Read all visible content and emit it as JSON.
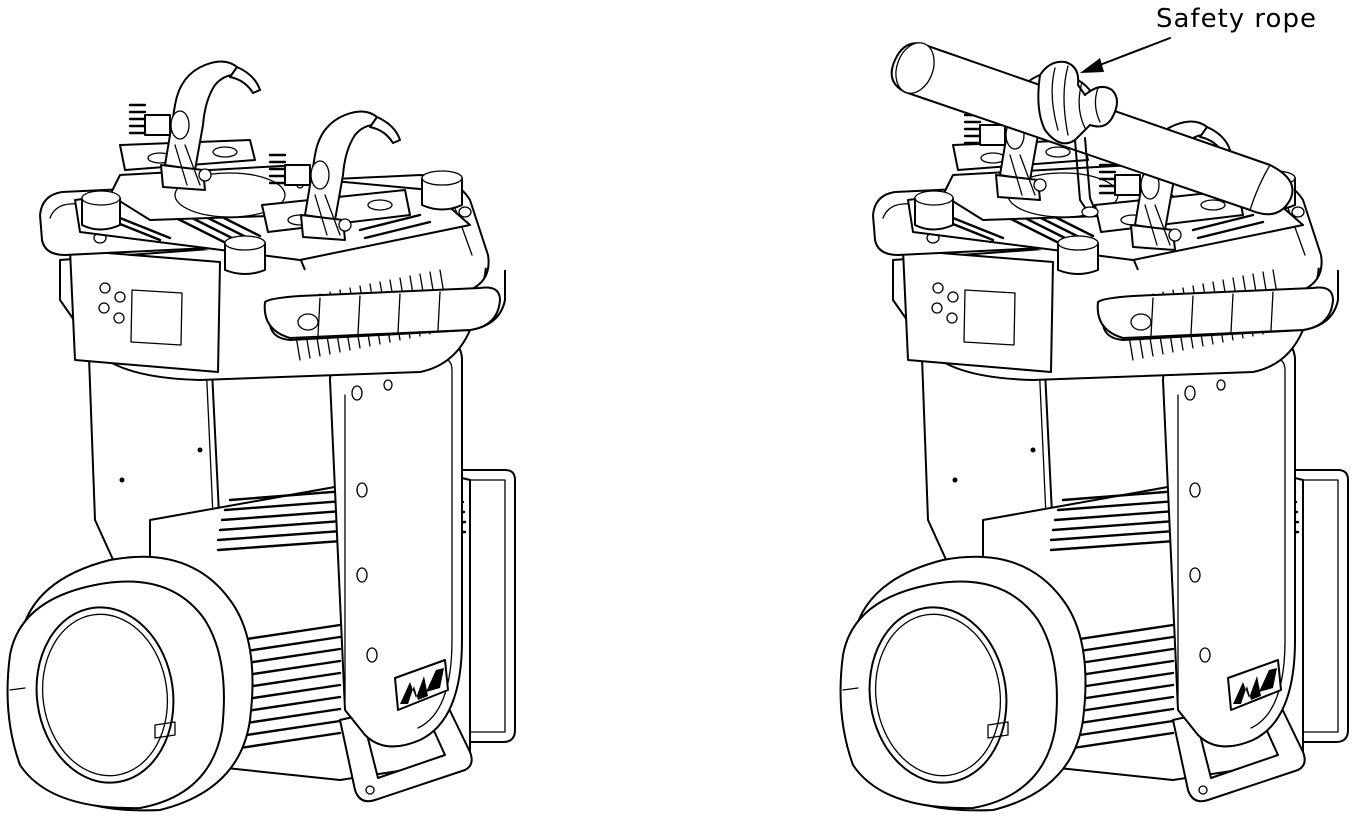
{
  "callout": {
    "label": "Safety rope"
  },
  "figures": [
    {
      "name": "left",
      "has_safety_rope": false
    },
    {
      "name": "right",
      "has_safety_rope": true
    }
  ],
  "logo_text": "MTK"
}
